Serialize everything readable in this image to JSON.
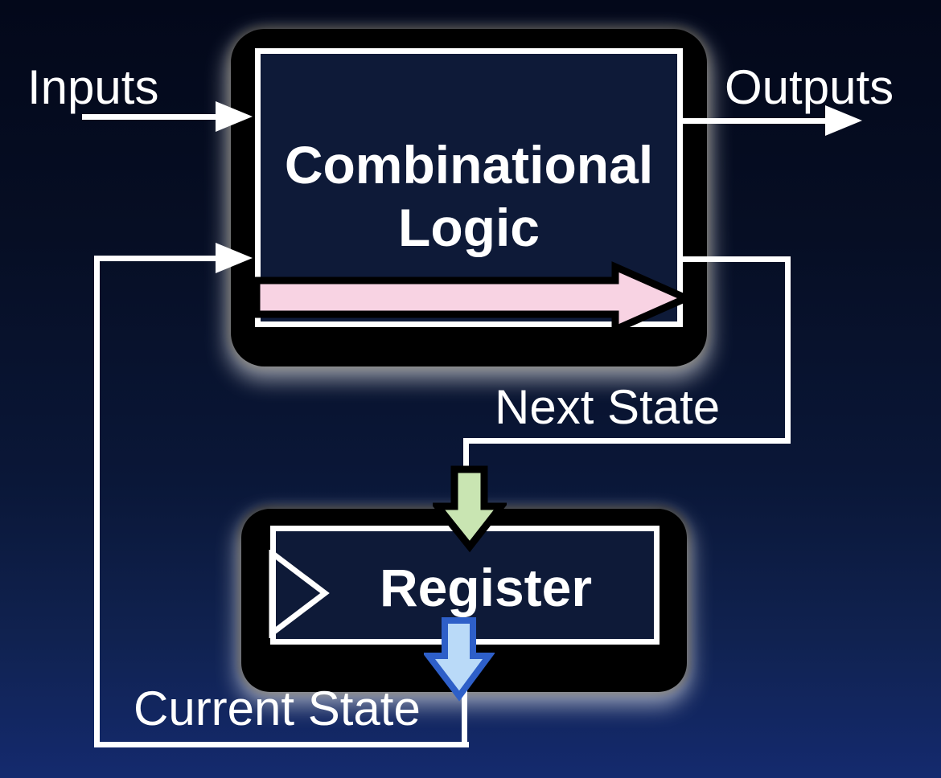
{
  "diagram": {
    "type": "finite-state-machine-block-diagram",
    "nodes": {
      "combinational_logic": {
        "label": "Combinational Logic"
      },
      "register": {
        "label": "Register"
      }
    },
    "labels": {
      "inputs": "Inputs",
      "outputs": "Outputs",
      "next_state": "Next State",
      "current_state": "Current State"
    },
    "colors": {
      "background_top": "#03081a",
      "background_bottom": "#142a6e",
      "wire": "#ffffff",
      "box_fill": "#0e1a38",
      "box_border": "#ffffff",
      "pink_arrow_fill": "#f8d3e3",
      "pink_arrow_stroke": "#000000",
      "green_arrow_fill": "#c9e5b2",
      "green_arrow_stroke": "#000000",
      "blue_arrow_fill": "#badaf8",
      "blue_arrow_stroke": "#2e5fc8"
    },
    "icons": {
      "clock_edge": "clock-edge-triangle"
    }
  }
}
